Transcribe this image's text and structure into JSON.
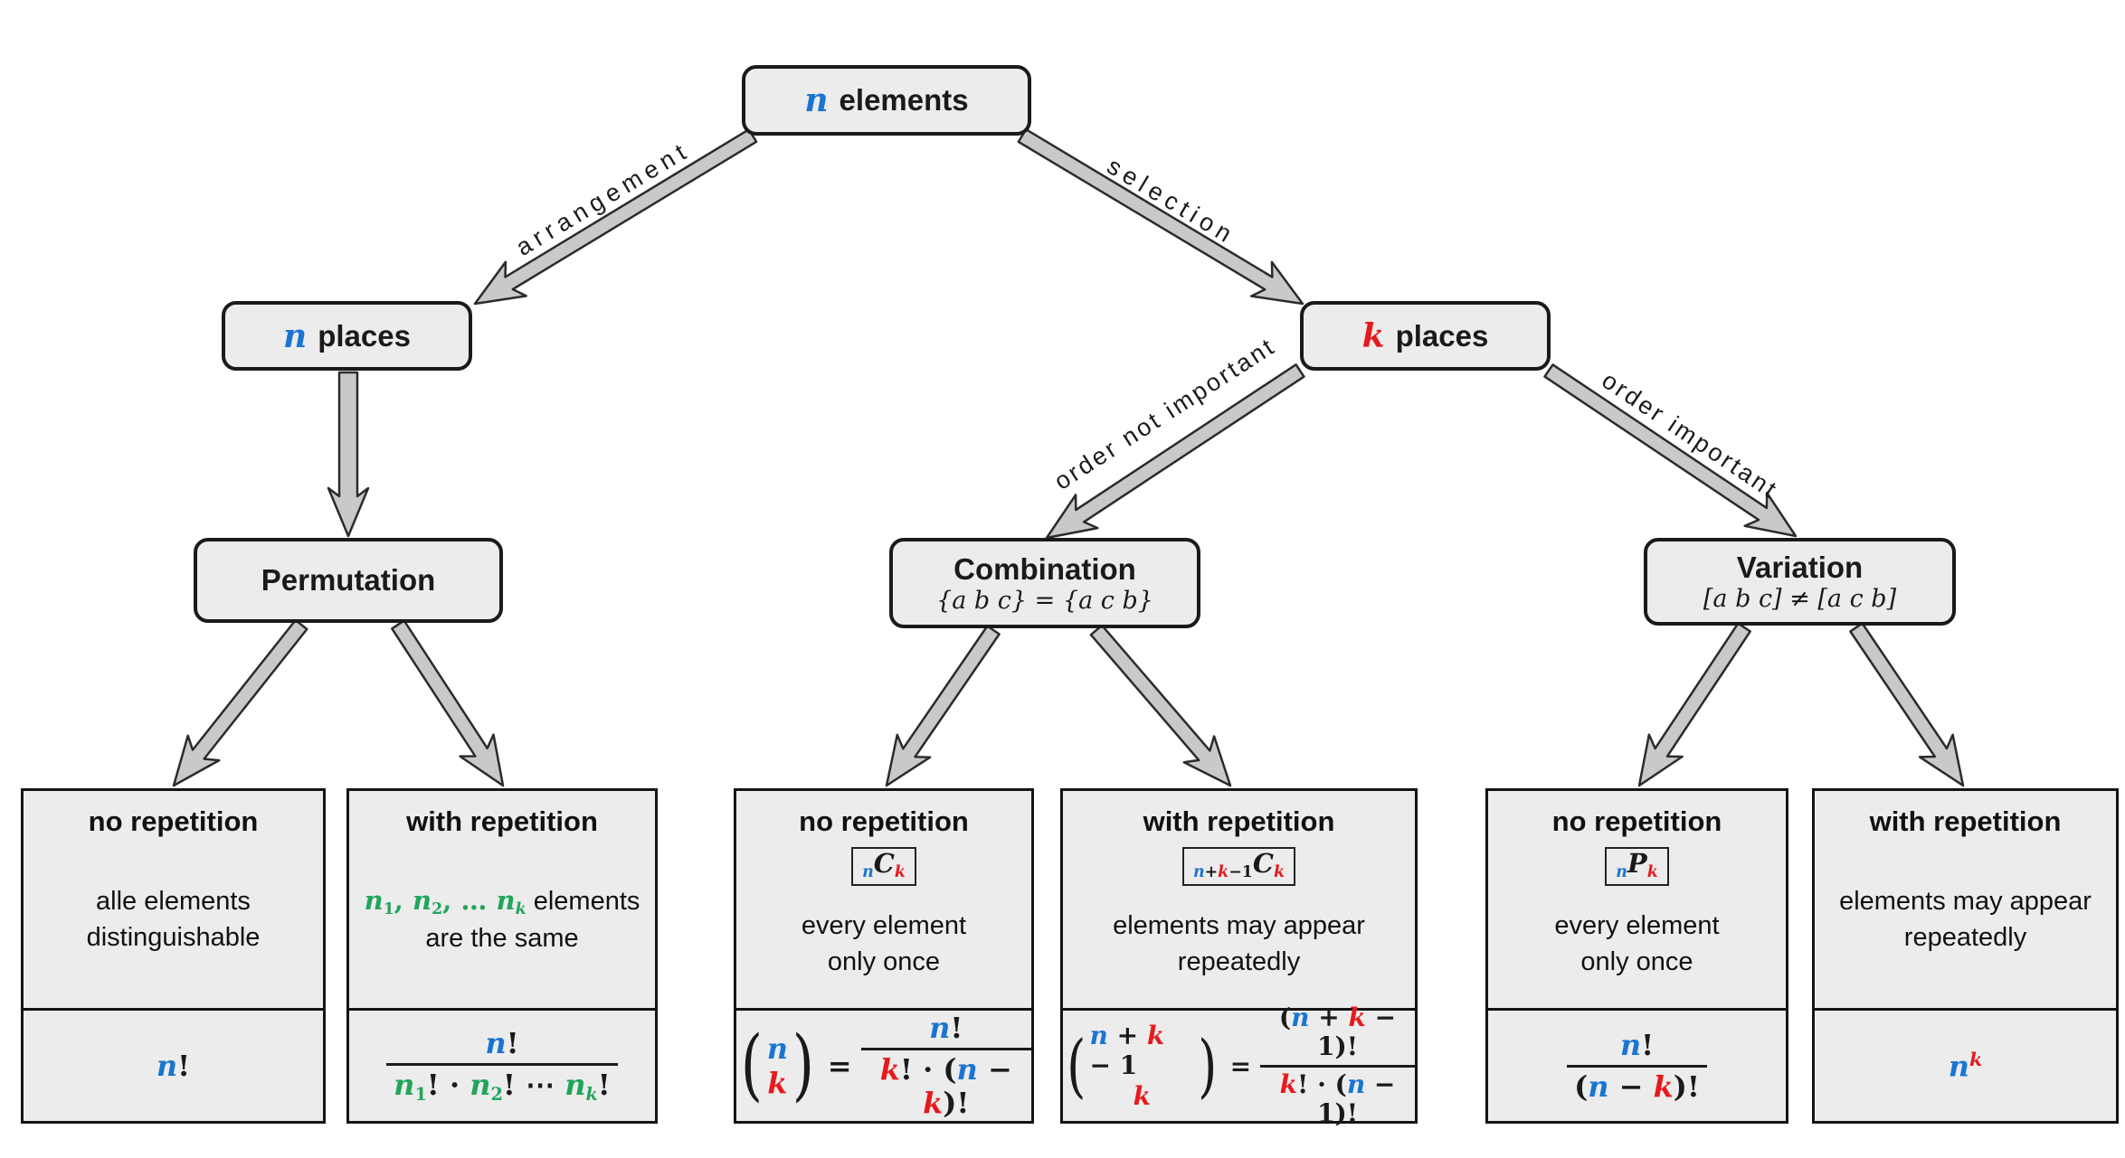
{
  "palette": {
    "blue": "#1a75d2",
    "red": "#e8191c",
    "green": "#21a55b",
    "box_fill": "#ececec",
    "box_border": "#1a1a1a",
    "arrow_fill": "#c9c9c9",
    "arrow_outline": "#2b2b2b"
  },
  "nodes": {
    "root": {
      "variable": [
        {
          "t": "n",
          "c": "b"
        }
      ],
      "label": "elements"
    },
    "n_places": {
      "variable": [
        {
          "t": "n",
          "c": "b"
        }
      ],
      "label": "places"
    },
    "k_places": {
      "variable": [
        {
          "t": "k",
          "c": "r"
        }
      ],
      "label": "places"
    },
    "permutation": {
      "title": "Permutation"
    },
    "combination": {
      "title": "Combination",
      "subtitle": "{a b c} = {a c b}"
    },
    "variation": {
      "title": "Variation",
      "subtitle": "[a b c] ≠ [a c b]"
    }
  },
  "edge_labels": {
    "arrangement": "arrangement",
    "selection": "selection",
    "order_not_important": "order not important",
    "order_important": "order important"
  },
  "leaves": [
    {
      "heading": "no repetition",
      "desc": {
        "lines": [
          "alle elements",
          "distinguishable"
        ]
      },
      "formula": {
        "tokens": [
          {
            "t": "n",
            "c": "b"
          },
          {
            "t": "!",
            "u": 1
          }
        ]
      }
    },
    {
      "heading": "with repetition",
      "desc": {
        "math": [
          {
            "t": "n",
            "c": "g"
          },
          {
            "t": "1",
            "c": "g",
            "s": "sub",
            "u": 1
          },
          {
            "t": ", ",
            "c": "g",
            "u": 1
          },
          {
            "t": "n",
            "c": "g"
          },
          {
            "t": "2",
            "c": "g",
            "s": "sub",
            "u": 1
          },
          {
            "t": ", … ",
            "c": "g",
            "u": 1
          },
          {
            "t": "n",
            "c": "g"
          },
          {
            "t": "k",
            "c": "g",
            "s": "sub"
          }
        ],
        "text": "elements",
        "lines": [
          "are the same"
        ]
      },
      "formula": {
        "num": [
          {
            "t": "n",
            "c": "b"
          },
          {
            "t": "!",
            "u": 1
          }
        ],
        "den": [
          {
            "t": "n",
            "c": "g"
          },
          {
            "t": "1",
            "c": "g",
            "s": "sub",
            "u": 1
          },
          {
            "t": "!",
            "u": 1
          },
          {
            "t": " · ",
            "u": 1
          },
          {
            "t": "n",
            "c": "g"
          },
          {
            "t": "2",
            "c": "g",
            "s": "sub",
            "u": 1
          },
          {
            "t": "!",
            "u": 1
          },
          {
            "t": " ⋯ ",
            "u": 1
          },
          {
            "t": "n",
            "c": "g"
          },
          {
            "t": "k",
            "c": "g",
            "s": "sub"
          },
          {
            "t": "!",
            "u": 1
          }
        ]
      }
    },
    {
      "heading": "no repetition",
      "badge": [
        {
          "t": "n",
          "c": "b",
          "s": "sub"
        },
        {
          "t": "C"
        },
        {
          "t": "k",
          "c": "r",
          "s": "sub"
        }
      ],
      "desc": {
        "lines": [
          "every element",
          "only once"
        ]
      },
      "formula": {
        "lparen": "(",
        "rparen": ")",
        "equals": "=",
        "binom_top": [
          {
            "t": "n",
            "c": "b"
          }
        ],
        "binom_bottom": [
          {
            "t": "k",
            "c": "r"
          }
        ],
        "num": [
          {
            "t": "n",
            "c": "b"
          },
          {
            "t": "!",
            "u": 1
          }
        ],
        "den": [
          {
            "t": "k",
            "c": "r"
          },
          {
            "t": "! · (",
            "u": 1
          },
          {
            "t": "n",
            "c": "b"
          },
          {
            "t": " − ",
            "u": 1
          },
          {
            "t": "k",
            "c": "r"
          },
          {
            "t": ")!",
            "u": 1
          }
        ]
      }
    },
    {
      "heading": "with repetition",
      "badge": [
        {
          "t": "n",
          "c": "b",
          "s": "sub"
        },
        {
          "t": "+",
          "s": "sub",
          "u": 1
        },
        {
          "t": "k",
          "c": "r",
          "s": "sub"
        },
        {
          "t": "−1",
          "s": "sub",
          "u": 1
        },
        {
          "t": "C"
        },
        {
          "t": "k",
          "c": "r",
          "s": "sub"
        }
      ],
      "desc": {
        "lines": [
          "elements may appear",
          "repeatedly"
        ]
      },
      "formula": {
        "lparen": "(",
        "rparen": ")",
        "equals": "=",
        "binom_top": [
          {
            "t": "n",
            "c": "b"
          },
          {
            "t": " + ",
            "u": 1
          },
          {
            "t": "k",
            "c": "r"
          },
          {
            "t": " − 1",
            "u": 1
          }
        ],
        "binom_bottom": [
          {
            "t": "k",
            "c": "r"
          }
        ],
        "num": [
          {
            "t": "(",
            "u": 1
          },
          {
            "t": "n",
            "c": "b"
          },
          {
            "t": " + ",
            "u": 1
          },
          {
            "t": "k",
            "c": "r"
          },
          {
            "t": " − 1",
            "u": 1
          },
          {
            "t": ")!",
            "u": 1
          }
        ],
        "den": [
          {
            "t": "k",
            "c": "r"
          },
          {
            "t": "! · (",
            "u": 1
          },
          {
            "t": "n",
            "c": "b"
          },
          {
            "t": " − 1",
            "u": 1
          },
          {
            "t": ")!",
            "u": 1
          }
        ]
      }
    },
    {
      "heading": "no repetition",
      "badge": [
        {
          "t": "n",
          "c": "b",
          "s": "sub"
        },
        {
          "t": "P"
        },
        {
          "t": "k",
          "c": "r",
          "s": "sub"
        }
      ],
      "desc": {
        "lines": [
          "every element",
          "only once"
        ]
      },
      "formula": {
        "num": [
          {
            "t": "n",
            "c": "b"
          },
          {
            "t": "!",
            "u": 1
          }
        ],
        "den": [
          {
            "t": "(",
            "u": 1
          },
          {
            "t": "n",
            "c": "b"
          },
          {
            "t": " − ",
            "u": 1
          },
          {
            "t": "k",
            "c": "r"
          },
          {
            "t": ")!",
            "u": 1
          }
        ]
      }
    },
    {
      "heading": "with repetition",
      "desc": {
        "lines": [
          "elements may appear",
          "repeatedly"
        ]
      },
      "formula": {
        "tokens": [
          {
            "t": "n",
            "c": "b"
          },
          {
            "t": "k",
            "c": "r",
            "s": "sup"
          }
        ]
      }
    }
  ]
}
